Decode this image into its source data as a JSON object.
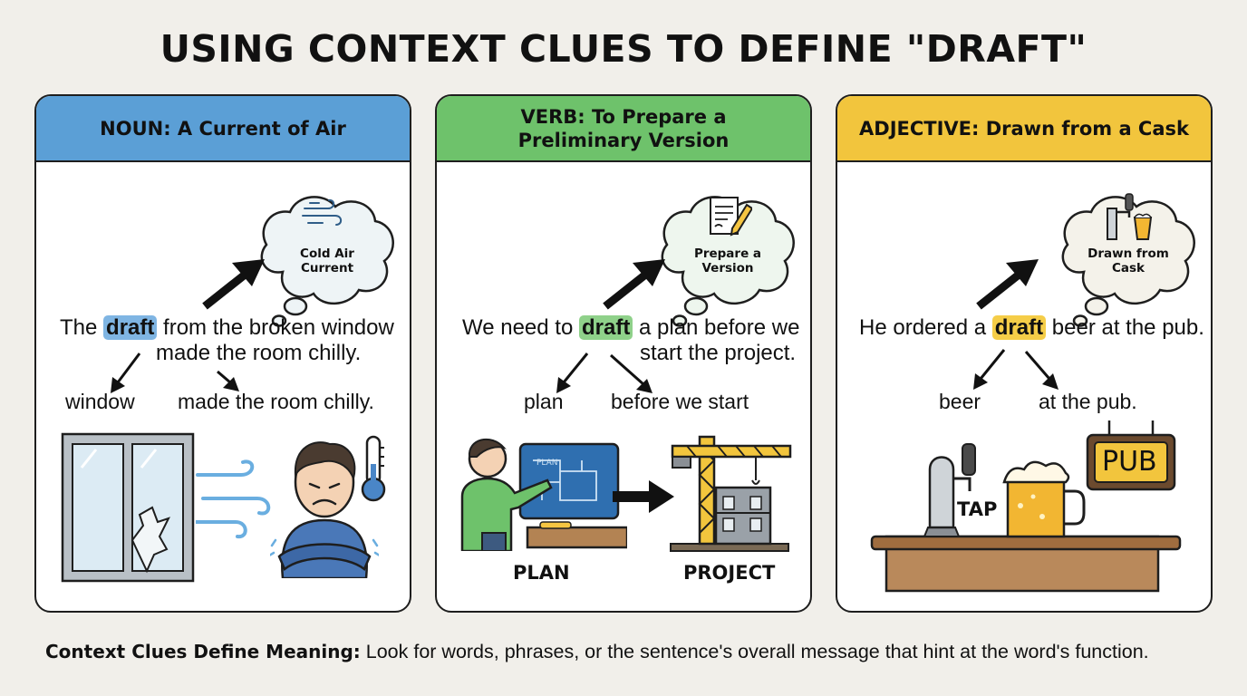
{
  "title": "USING CONTEXT CLUES TO DEFINE \"DRAFT\"",
  "panels": [
    {
      "header": "NOUN: A Current of Air",
      "header_color": "#5b9fd6",
      "cloud_label": "Cold Air Current",
      "cloud_icon": "wind-icon",
      "sentence_before": "The",
      "keyword": "draft",
      "sentence_after": "from the broken window",
      "sentence_line2": "made the room chilly.",
      "clues": [
        "window",
        "made the room chilly."
      ],
      "scene": [
        "broken-window",
        "shivering-person",
        "thermometer"
      ]
    },
    {
      "header": "VERB: To Prepare a Preliminary Version",
      "header_color": "#6ec26b",
      "cloud_label": "Prepare a Version",
      "cloud_icon": "document-pencil-icon",
      "sentence_before": "We need to",
      "keyword": "draft",
      "sentence_after": "a plan before we",
      "sentence_line2": "start the project.",
      "clues": [
        "plan",
        "before we start"
      ],
      "scene_labels": [
        "PLAN",
        "PROJECT"
      ],
      "blueprint_text": "PLAN"
    },
    {
      "header": "ADJECTIVE: Drawn from a Cask",
      "header_color": "#f2c53d",
      "cloud_label": "Drawn from Cask",
      "cloud_icon": "beer-tap-icon",
      "sentence_before": "He ordered a",
      "keyword": "draft",
      "sentence_after": "beer at the pub.",
      "clues": [
        "beer",
        "at the pub."
      ],
      "scene_labels": [
        "TAP"
      ],
      "sign_text": "PUB"
    }
  ],
  "footer": {
    "bold": "Context Clues Define Meaning:",
    "text": " Look for words, phrases, or the sentence's overall message that hint at the word's function."
  }
}
